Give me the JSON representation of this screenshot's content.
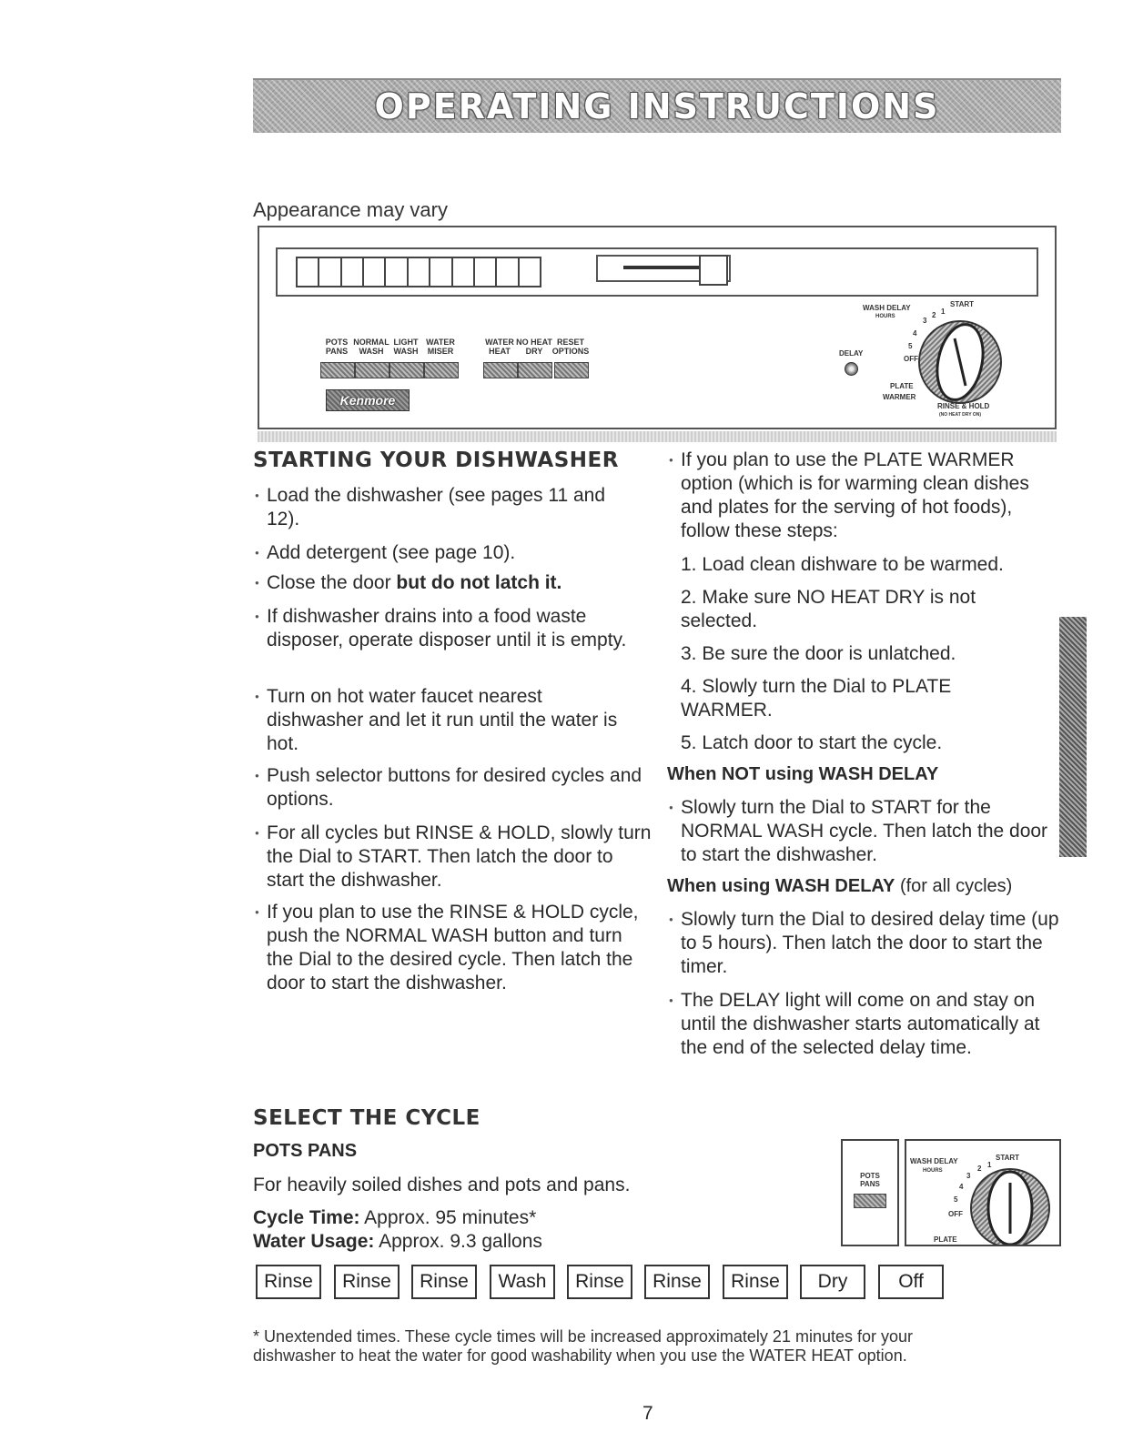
{
  "header": {
    "title": "OPERATING INSTRUCTIONS"
  },
  "note": "Appearance may vary",
  "panel": {
    "buttons": [
      {
        "line1": "POTS",
        "line2": "PANS"
      },
      {
        "line1": "NORMAL",
        "line2": "WASH"
      },
      {
        "line1": "LIGHT",
        "line2": "WASH"
      },
      {
        "line1": "WATER",
        "line2": "MISER"
      },
      {
        "line1": "WATER",
        "line2": "HEAT"
      },
      {
        "line1": "NO HEAT",
        "line2": "DRY"
      },
      {
        "line1": "RESET",
        "line2": "OPTIONS"
      }
    ],
    "logo": "Kenmore",
    "dial": {
      "wash_delay": "WASH DELAY",
      "hours": "HOURS",
      "start": "START",
      "n1": "1",
      "n2": "2",
      "n3": "3",
      "n4": "4",
      "n5": "5",
      "off": "OFF",
      "delay": "DELAY",
      "plate": "PLATE",
      "warmer": "WARMER",
      "rinse_hold": "RINSE & HOLD",
      "rinse_hold_sub": "(NO HEAT DRY ON)"
    }
  },
  "starting": {
    "heading": "STARTING YOUR DISHWASHER",
    "bullets": [
      "Load the dishwasher (see pages 11 and 12).",
      "Add detergent (see page 10).",
      "If dishwasher drains into a food waste disposer, operate disposer until it is empty.",
      "Turn on hot water faucet nearest dishwasher and let it run until the water is hot.",
      "Push selector buttons for desired cycles and options.",
      "For all cycles but RINSE & HOLD, slowly turn the Dial to START. Then latch the door to start the dishwasher.",
      "If you plan to use the RINSE & HOLD cycle, push the NORMAL WASH button and turn the Dial to the desired cycle. Then latch the door to start the dishwasher."
    ],
    "close_door": "Close the door ",
    "close_door_bold": "but do not latch it."
  },
  "plate_warmer": {
    "intro": "If you plan to use the PLATE WARMER option (which is for warming clean dishes and plates for the serving of hot foods), follow these steps:",
    "steps": [
      "1. Load clean dishware to be warmed.",
      "2. Make sure NO HEAT DRY is not selected.",
      "3. Be sure the door is unlatched.",
      "4. Slowly turn the Dial to PLATE WARMER.",
      "5. Latch door to start the cycle."
    ]
  },
  "not_delay": {
    "heading": "When NOT using WASH DELAY",
    "bullet": "Slowly turn the Dial to START for the NORMAL WASH cycle. Then latch the door to start the dishwasher."
  },
  "using_delay": {
    "heading_bold": "When using WASH DELAY",
    "heading_rest": " (for all cycles)",
    "bullets": [
      "Slowly turn the Dial to desired delay time (up to 5 hours). Then latch the door to start the timer.",
      "The DELAY light will come on and stay on until the dishwasher starts automatically at the end of the selected delay time."
    ]
  },
  "select_cycle": {
    "heading": "SELECT THE CYCLE",
    "subheading": "POTS PANS",
    "description": "For heavily soiled dishes and pots and pans.",
    "cycle_time_label": "Cycle Time:",
    "cycle_time_value": " Approx. 95 minutes*",
    "water_label": "Water Usage:",
    "water_value": " Approx. 9.3 gallons",
    "steps": [
      "Rinse",
      "Rinse",
      "Rinse",
      "Wash",
      "Rinse",
      "Rinse",
      "Rinse",
      "Dry",
      "Off"
    ],
    "mini_button": {
      "line1": "POTS",
      "line2": "PANS"
    }
  },
  "footnote": "* Unextended times. These cycle times will be increased approximately 21 minutes for your dishwasher to heat the water for good washability when you use the WATER HEAT option.",
  "page_number": "7"
}
